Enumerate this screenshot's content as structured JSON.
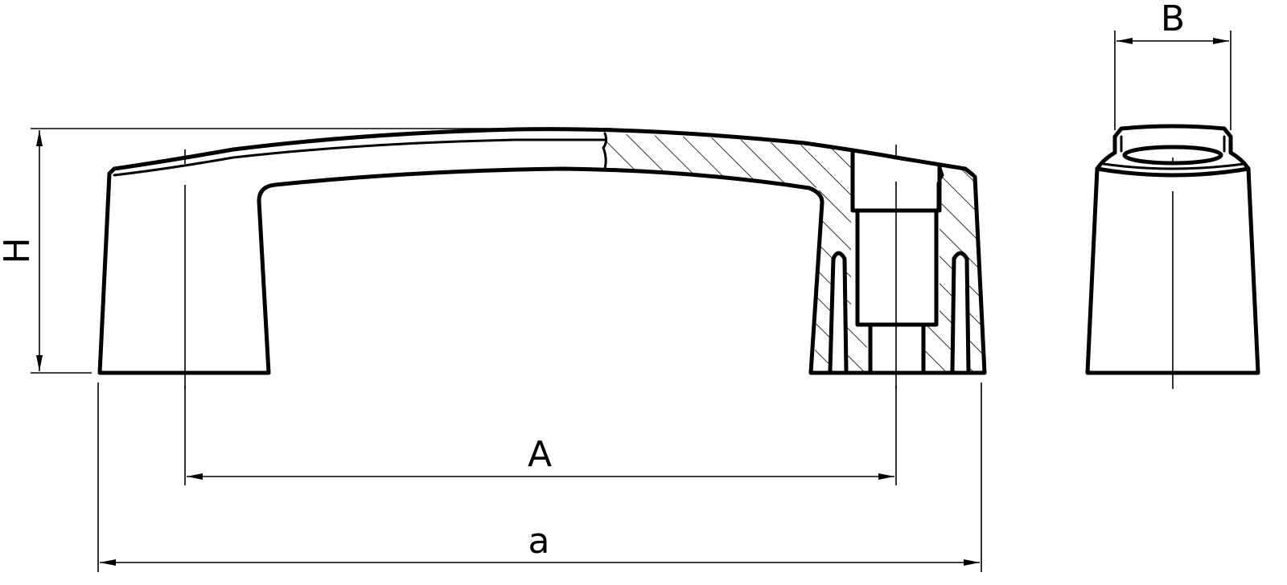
{
  "drawing": {
    "type": "technical-drawing",
    "subject": "bridge handle (side view with partial section, end view)",
    "line_color": "#000000",
    "background": "#ffffff"
  },
  "dimensions": {
    "height_label": "H",
    "pitch_label": "A",
    "overall_length_label": "a",
    "width_label": "B"
  }
}
